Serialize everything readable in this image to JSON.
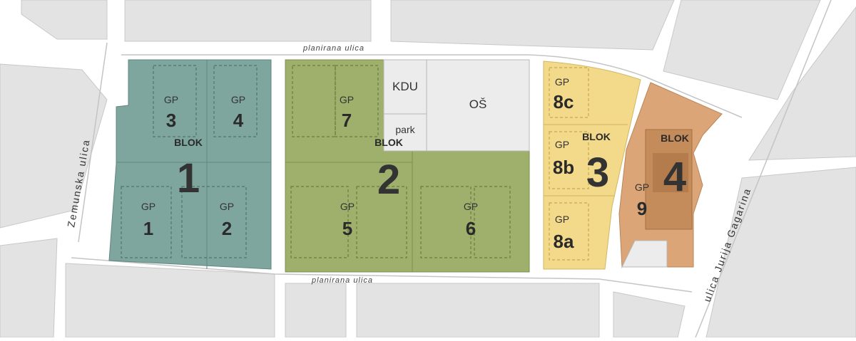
{
  "streets": {
    "top": "planirana  ulica",
    "bottom": "planirana  ulica",
    "left": "Zemunska  ulica",
    "right": "ulica  Jurija  Gagarina"
  },
  "zones": {
    "kdu": "KDU",
    "os": "OŠ",
    "park": "park"
  },
  "blocks": [
    {
      "label": "BLOK",
      "number": "1",
      "color": "#7fa69e"
    },
    {
      "label": "BLOK",
      "number": "2",
      "color": "#9eb06c"
    },
    {
      "label": "BLOK",
      "number": "3",
      "color": "#f3d98a"
    },
    {
      "label": "BLOK",
      "number": "4",
      "color": "#dca577"
    }
  ],
  "gp_prefix": "GP",
  "plots": [
    {
      "id": "3"
    },
    {
      "id": "4"
    },
    {
      "id": "1"
    },
    {
      "id": "2"
    },
    {
      "id": "7"
    },
    {
      "id": "5"
    },
    {
      "id": "6"
    },
    {
      "id": "8c"
    },
    {
      "id": "8b"
    },
    {
      "id": "8a"
    },
    {
      "id": "9"
    }
  ]
}
